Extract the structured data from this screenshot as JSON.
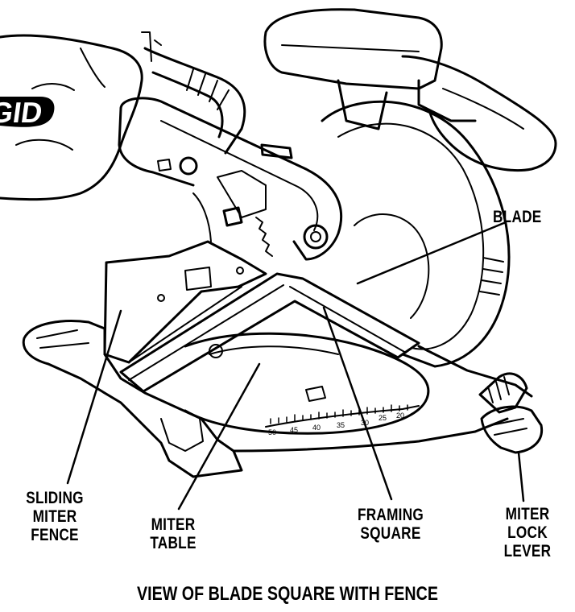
{
  "brand_mark": "RIDGID",
  "callouts": {
    "blade": [
      "BLADE"
    ],
    "sliding_miter_fence": [
      "SLIDING",
      "MITER",
      "FENCE"
    ],
    "miter_table": [
      "MITER",
      "TABLE"
    ],
    "framing_square": [
      "FRAMING",
      "SQUARE"
    ],
    "miter_lock_lever": [
      "MITER",
      "LOCK",
      "LEVER"
    ]
  },
  "scale_marks": [
    "50",
    "45",
    "40",
    "35",
    "30",
    "25",
    "20"
  ],
  "caption": "VIEW OF BLADE SQUARE WITH FENCE"
}
